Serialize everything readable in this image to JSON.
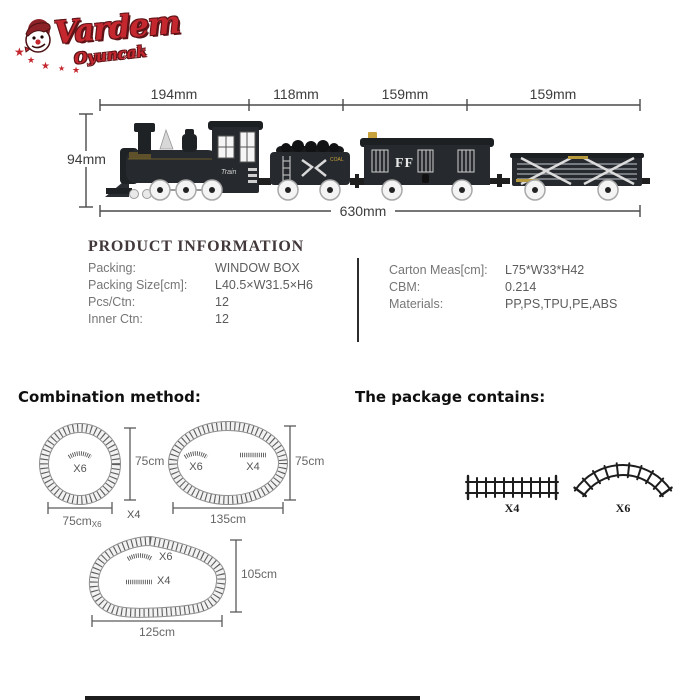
{
  "logo": {
    "brand": "Vardem",
    "sub": "Oyuncak"
  },
  "diagram": {
    "top_segments": [
      "194mm",
      "118mm",
      "159mm",
      "159mm"
    ],
    "height_label": "94mm",
    "total_length_label": "630mm",
    "markings": {
      "cab": "Train",
      "tender": "COAL",
      "boxcar": "FF"
    }
  },
  "product_info": {
    "title": "PRODUCT INFORMATION",
    "left_rows": [
      {
        "label": "Packing:",
        "value": "WINDOW BOX"
      },
      {
        "label": "Packing Size[cm]:",
        "value": "L40.5×W31.5×H6"
      },
      {
        "label": "Pcs/Ctn:",
        "value": "12"
      },
      {
        "label": "Inner Ctn:",
        "value": "12"
      }
    ],
    "right_rows": [
      {
        "label": "Carton Meas[cm]:",
        "value": "L75*W33*H42"
      },
      {
        "label": "CBM:",
        "value": "0.214"
      },
      {
        "label": "Materials:",
        "value": "PP,PS,TPU,PE,ABS"
      }
    ]
  },
  "combination": {
    "title": "Combination method:",
    "circle": {
      "piece1": "X6",
      "height_label": "75cm",
      "width_label": "75cm",
      "width_sub": "X6",
      "side_label": "X4"
    },
    "oval": {
      "piece1": "X6",
      "piece2": "X4",
      "height_label": "75cm",
      "width_label": "135cm"
    },
    "poly": {
      "piece1": "X6",
      "piece2": "X4",
      "height_label": "105cm",
      "width_label": "125cm"
    }
  },
  "package": {
    "title": "The package contains:",
    "straight_label": "X4",
    "curved_label": "X6"
  },
  "colors": {
    "logo_red": "#c5272f",
    "train_body": "#26292d"
  }
}
